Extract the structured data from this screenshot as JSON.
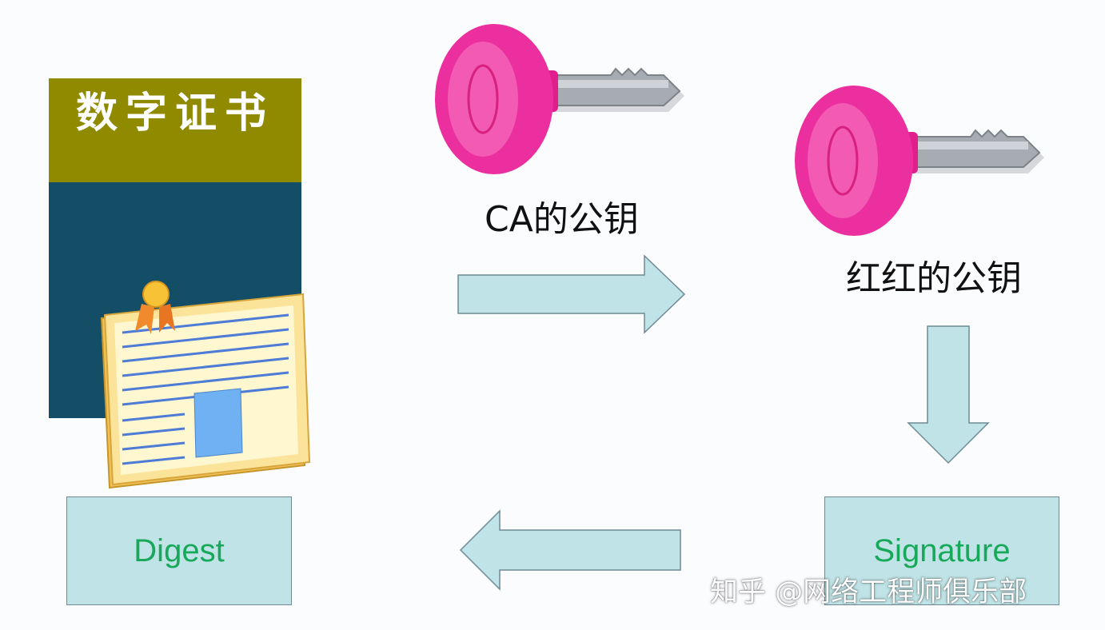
{
  "certificate": {
    "title": "数字证书",
    "header_color": "#8f8a00",
    "body_color": "#134e66",
    "icon": "certificate-document-icon"
  },
  "keys": [
    {
      "icon": "key-icon",
      "label": "CA的公钥",
      "color": "#ec2f9f"
    },
    {
      "icon": "key-icon",
      "label": "红红的公钥",
      "color": "#ec2f9f"
    }
  ],
  "arrows": {
    "fill_color": "#bfe3e6",
    "items": [
      {
        "icon": "arrow-right-icon"
      },
      {
        "icon": "arrow-down-icon"
      },
      {
        "icon": "arrow-left-icon"
      }
    ]
  },
  "boxes": {
    "digest": "Digest",
    "signature": "Signature",
    "text_color": "#18a85a"
  },
  "watermark": "知乎 @网络工程师俱乐部"
}
